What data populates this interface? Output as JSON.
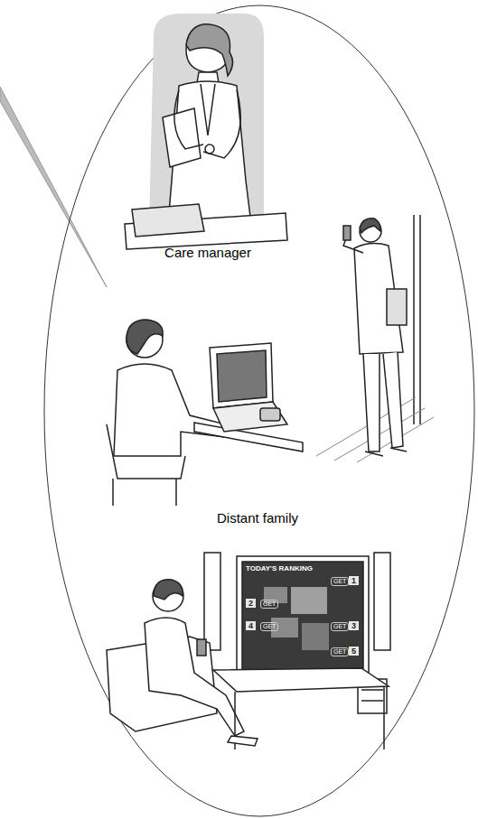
{
  "diagram": {
    "labels": [
      "Care manager",
      "Distant family",
      "TODAY'S RANKING",
      "1",
      "2",
      "3",
      "4",
      "5",
      "GET",
      "GET",
      "GET",
      "GET",
      "GET"
    ]
  }
}
